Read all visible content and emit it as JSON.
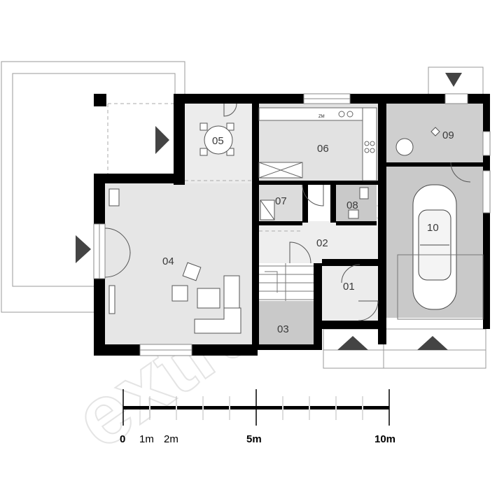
{
  "watermark": "extradom",
  "rooms": [
    {
      "id": "01",
      "label": "01"
    },
    {
      "id": "02",
      "label": "02"
    },
    {
      "id": "03",
      "label": "03"
    },
    {
      "id": "04",
      "label": "04"
    },
    {
      "id": "05",
      "label": "05"
    },
    {
      "id": "06",
      "label": "06"
    },
    {
      "id": "07",
      "label": "07"
    },
    {
      "id": "08",
      "label": "08"
    },
    {
      "id": "09",
      "label": "09"
    },
    {
      "id": "10",
      "label": "10"
    }
  ],
  "appliance_label": "ZM",
  "scale_bar": {
    "labels": {
      "zero": "0",
      "one": "1m",
      "two": "2m",
      "five": "5m",
      "ten": "10m"
    }
  },
  "colors": {
    "wall": "#000000",
    "room_light": "#ececec",
    "room_mid": "#e2e2e2",
    "room_dark": "#c9c9c9",
    "line": "#9a9a9a",
    "triangle": "#444444"
  }
}
